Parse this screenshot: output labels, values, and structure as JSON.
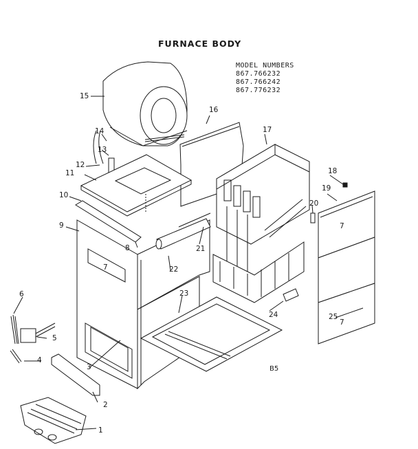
{
  "title": "FURNACE BODY",
  "model_numbers": {
    "heading": "MODEL NUMBERS",
    "items": [
      "867.766232",
      "867.766242",
      "867.776232"
    ]
  },
  "diagram_code": "B5",
  "callouts": [
    "1",
    "2",
    "3",
    "4",
    "5",
    "6",
    "7",
    "8",
    "9",
    "10",
    "11",
    "12",
    "13",
    "14",
    "15",
    "16",
    "17",
    "18",
    "19",
    "20",
    "21",
    "22",
    "23",
    "24",
    "25",
    "7",
    "7"
  ]
}
